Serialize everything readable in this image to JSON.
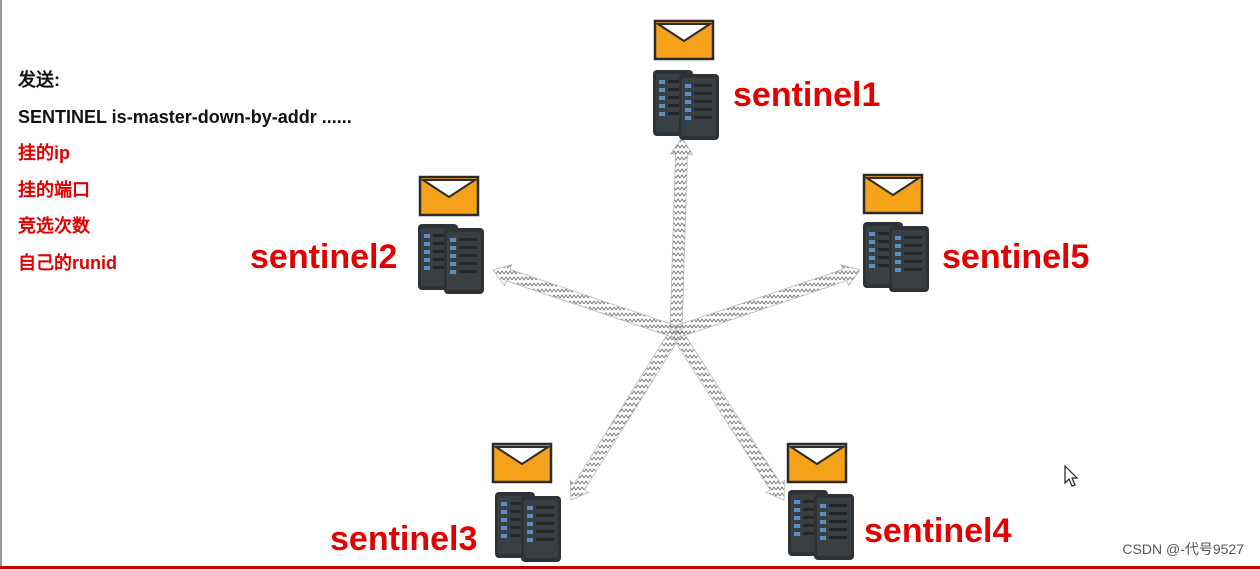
{
  "info": {
    "heading": "发送:",
    "command": "SENTINEL is-master-down-by-addr ......",
    "params": [
      "挂的ip",
      "挂的端口",
      "竞选次数",
      "自己的runid"
    ]
  },
  "nodes": [
    {
      "id": "sentinel1",
      "label": "sentinel1"
    },
    {
      "id": "sentinel2",
      "label": "sentinel2"
    },
    {
      "id": "sentinel3",
      "label": "sentinel3"
    },
    {
      "id": "sentinel4",
      "label": "sentinel4"
    },
    {
      "id": "sentinel5",
      "label": "sentinel5"
    }
  ],
  "watermark": "CSDN @-代号9527",
  "colors": {
    "label": "#e30000",
    "envelope": "#f5a21a",
    "server": "#2f3336",
    "arrow": "#b8b8b8",
    "param_text": "#e00000",
    "footer_line": "#c00000"
  }
}
